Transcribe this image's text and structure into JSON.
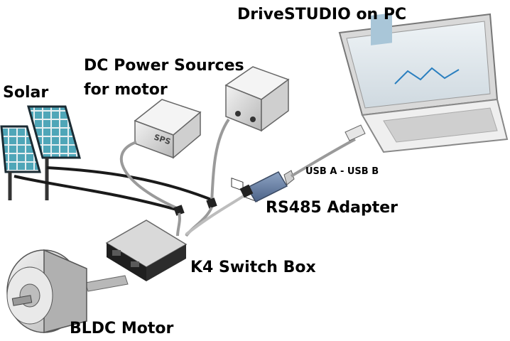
{
  "labels": {
    "pc": "DriveSTUDIO on PC",
    "dc_line1": "DC Power Sources",
    "dc_line2": "for motor",
    "solar": "Solar",
    "usb": "USB A - USB B",
    "rs485": "RS485 Adapter",
    "k4": "K4 Switch Box",
    "bldc": "BLDC Motor"
  },
  "device_text": {
    "sps": "SPS"
  },
  "colors": {
    "panel_cell": "#4fa6b8",
    "cable_dark": "#1a1a1a",
    "cable_grey": "#9a9a9a",
    "adapter_blue": "#6a84a8",
    "box_grey": "#d9d9d9"
  }
}
